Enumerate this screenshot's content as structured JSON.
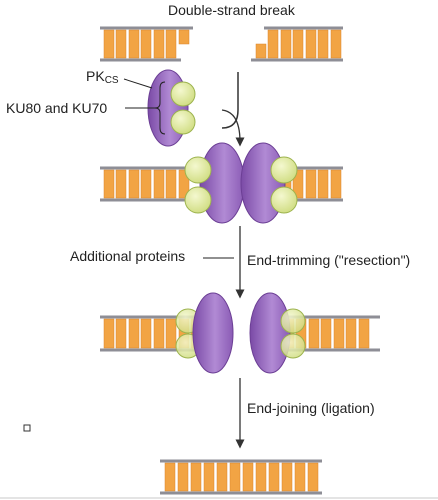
{
  "labels": {
    "title": "Double-strand break",
    "pk_main": "PK",
    "pk_sub": "CS",
    "ku": "KU80 and KU70",
    "additional_proteins": "Additional proteins",
    "step_resection": "End-trimming (\"resection\")",
    "step_ligation": "End-joining (ligation)"
  },
  "colors": {
    "backbone": "#8e8e96",
    "base_pair": "#f2a444",
    "base_pair_edge": "#d9862a",
    "dnapk": "#9b6fc0",
    "dnapk_dark": "#6c3f95",
    "ku": "#dfe9a0",
    "ku_edge": "#9cb34d",
    "arrow": "#333333"
  },
  "icons": {
    "dna": "dna-duplex-icon",
    "dnapk": "dna-pkcs-oval-icon",
    "ku": "ku-heterodimer-icon",
    "arrow": "down-arrow-icon"
  }
}
